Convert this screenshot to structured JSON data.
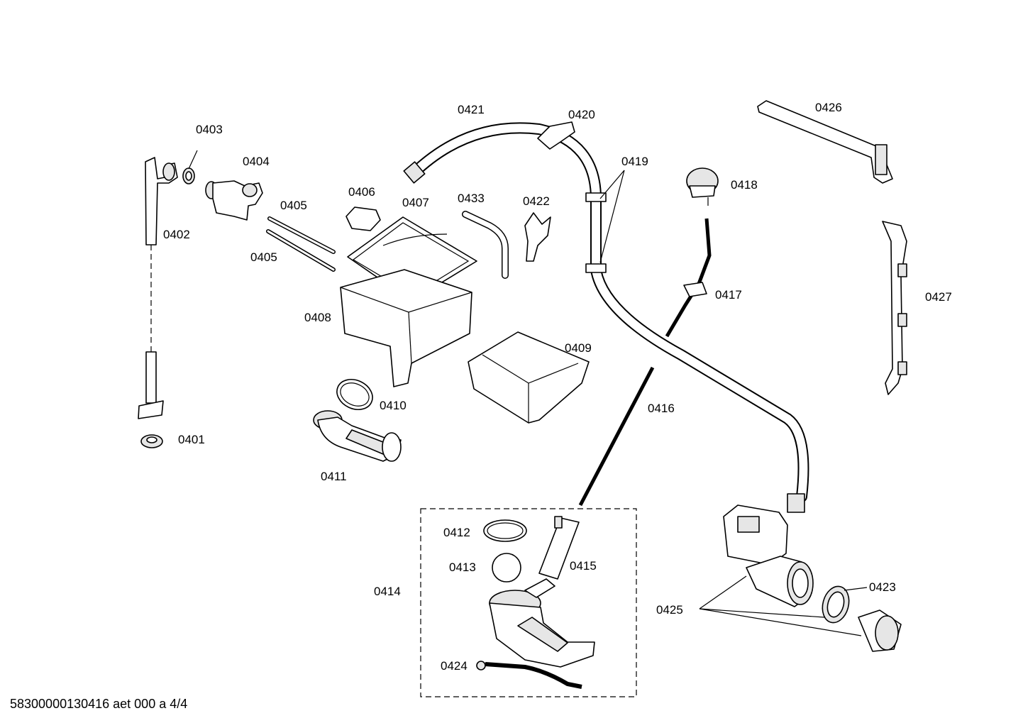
{
  "diagram": {
    "labels": {
      "p0401": "0401",
      "p0402": "0402",
      "p0403": "0403",
      "p0404": "0404",
      "p0405a": "0405",
      "p0405b": "0405",
      "p0406": "0406",
      "p0407": "0407",
      "p0408": "0408",
      "p0409": "0409",
      "p0410": "0410",
      "p0411": "0411",
      "p0412": "0412",
      "p0413": "0413",
      "p0414": "0414",
      "p0415": "0415",
      "p0416": "0416",
      "p0417": "0417",
      "p0418": "0418",
      "p0419": "0419",
      "p0420": "0420",
      "p0421": "0421",
      "p0422": "0422",
      "p0423": "0423",
      "p0424": "0424",
      "p0425": "0425",
      "p0426": "0426",
      "p0427": "0427",
      "p0433": "0433"
    },
    "footer": "58300000130416 aet 000 a 4/4"
  }
}
